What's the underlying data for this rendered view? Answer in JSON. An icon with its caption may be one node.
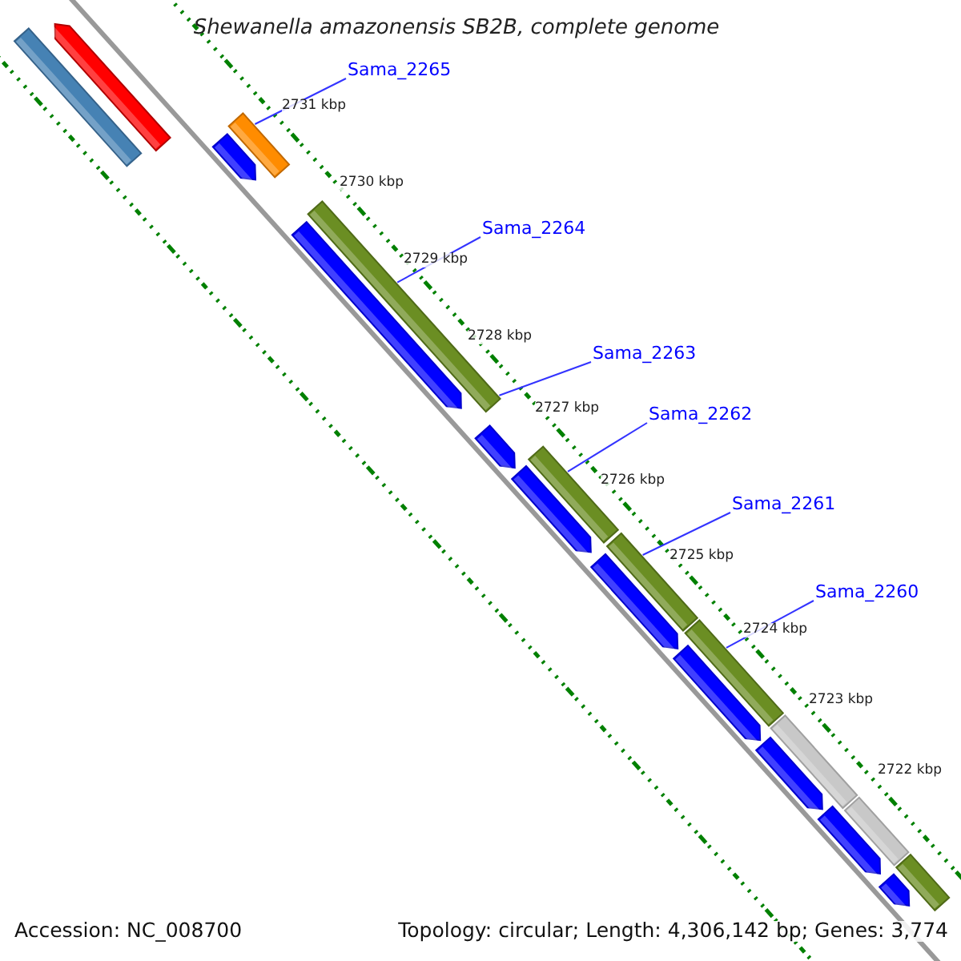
{
  "diagram": {
    "title": "Shewanella amazonensis SB2B, complete genome",
    "nodes": [
      {
        "text": [
          "Sama_2265"
        ]
      },
      {
        "text": [
          "Sama_2264"
        ]
      },
      {
        "text": [
          "Sama_2263"
        ]
      },
      {
        "text": [
          "Sama_2262"
        ]
      },
      {
        "text": [
          "Sama_2261"
        ]
      },
      {
        "text": [
          "Sama_2260"
        ]
      },
      {
        "text": [],
        "shape": "bar"
      },
      {
        "text": [],
        "shape": "bar"
      },
      {
        "text": [],
        "shape": "bar"
      },
      {
        "text": [],
        "shape": "bar"
      },
      {
        "text": [],
        "shape": "bar"
      },
      {
        "text": [],
        "shape": "bar"
      },
      {
        "text": [],
        "shape": "bar"
      },
      {
        "text": [],
        "shape": "bar"
      },
      {
        "text": [],
        "shape": "bar"
      },
      {
        "text": [],
        "shape": "bar"
      },
      {
        "text": [],
        "shape": "bar"
      },
      {
        "text": [],
        "shape": "bar"
      },
      {
        "text": [],
        "shape": "bar"
      },
      {
        "text": [],
        "shape": "bar"
      },
      {
        "text": [],
        "shape": "bar"
      },
      {
        "text": [],
        "shape": "bar"
      },
      {
        "text": [],
        "shape": "bar"
      },
      {
        "text": [],
        "shape": "bar"
      },
      {
        "text": [],
        "shape": "bar"
      }
    ],
    "edges": [
      {
        "from": 0,
        "to": 8,
        "arrow": "none"
      },
      {
        "from": 1,
        "to": 10,
        "arrow": "none"
      },
      {
        "from": 2,
        "to": 10,
        "arrow": "none"
      },
      {
        "from": 3,
        "to": 13,
        "arrow": "none"
      },
      {
        "from": 4,
        "to": 15,
        "arrow": "none"
      },
      {
        "from": 5,
        "to": 17,
        "arrow": "none"
      }
    ],
    "labels": [
      "2731 kbp",
      "2730 kbp",
      "2729 kbp",
      "2728 kbp",
      "2727 kbp",
      "2726 kbp",
      "2725 kbp",
      "2724 kbp",
      "2723 kbp",
      "2722 kbp",
      "Accession: NC_008700",
      "Topology: circular; Length: 4,306,142 bp; Genes: 3,774"
    ]
  }
}
